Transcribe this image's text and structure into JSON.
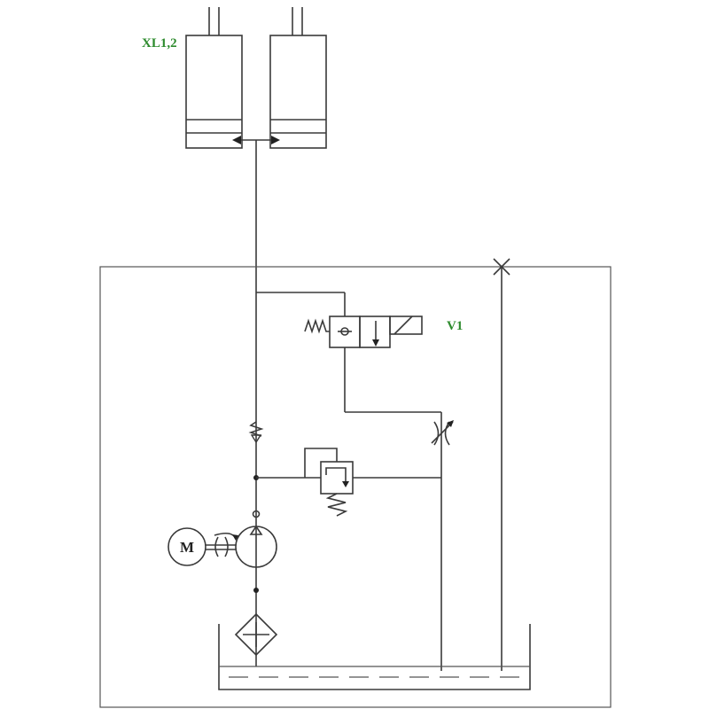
{
  "labels": {
    "cylinders": "XL1,2",
    "valve": "V1",
    "motor": "M"
  },
  "colors": {
    "label": "#2e8b2e",
    "line": "#3a3a3a"
  }
}
